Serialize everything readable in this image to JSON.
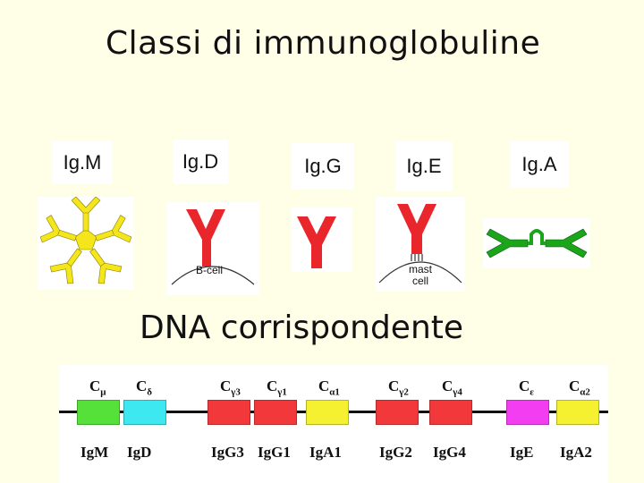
{
  "title": "Classi di immunoglobuline",
  "subtitle": "DNA corrispondente",
  "classes": [
    {
      "name": "Ig.M",
      "shape": "pentamer",
      "color": "#f5e61c"
    },
    {
      "name": "Ig.D",
      "shape": "monomer",
      "color": "#e8262b",
      "cell": "B-cell"
    },
    {
      "name": "Ig.G",
      "shape": "monomer",
      "color": "#e8262b"
    },
    {
      "name": "Ig.E",
      "shape": "monomer",
      "color": "#e8262b",
      "cell": "mast cell"
    },
    {
      "name": "Ig.A",
      "shape": "dimer",
      "color": "#1aa51a"
    }
  ],
  "cell_labels": {
    "b_cell": "B-cell",
    "mast_line1": "mast",
    "mast_line2": "cell"
  },
  "genes": [
    {
      "top_main": "C",
      "top_sub": "μ",
      "bottom": "IgM",
      "color": "#55e03a"
    },
    {
      "top_main": "C",
      "top_sub": "δ",
      "bottom": "IgD",
      "color": "#3ee8f0"
    },
    {
      "top_main": "C",
      "top_sub": "γ3",
      "bottom": "IgG3",
      "color": "#f2383a"
    },
    {
      "top_main": "C",
      "top_sub": "γ1",
      "bottom": "IgG1",
      "color": "#f2383a"
    },
    {
      "top_main": "C",
      "top_sub": "α1",
      "bottom": "IgA1",
      "color": "#f5f030"
    },
    {
      "top_main": "C",
      "top_sub": "γ2",
      "bottom": "IgG2",
      "color": "#f2383a"
    },
    {
      "top_main": "C",
      "top_sub": "γ4",
      "bottom": "IgG4",
      "color": "#f2383a"
    },
    {
      "top_main": "C",
      "top_sub": "ε",
      "bottom": "IgE",
      "color": "#f23ef0"
    },
    {
      "top_main": "C",
      "top_sub": "α2",
      "bottom": "IgA2",
      "color": "#f5f030"
    }
  ]
}
